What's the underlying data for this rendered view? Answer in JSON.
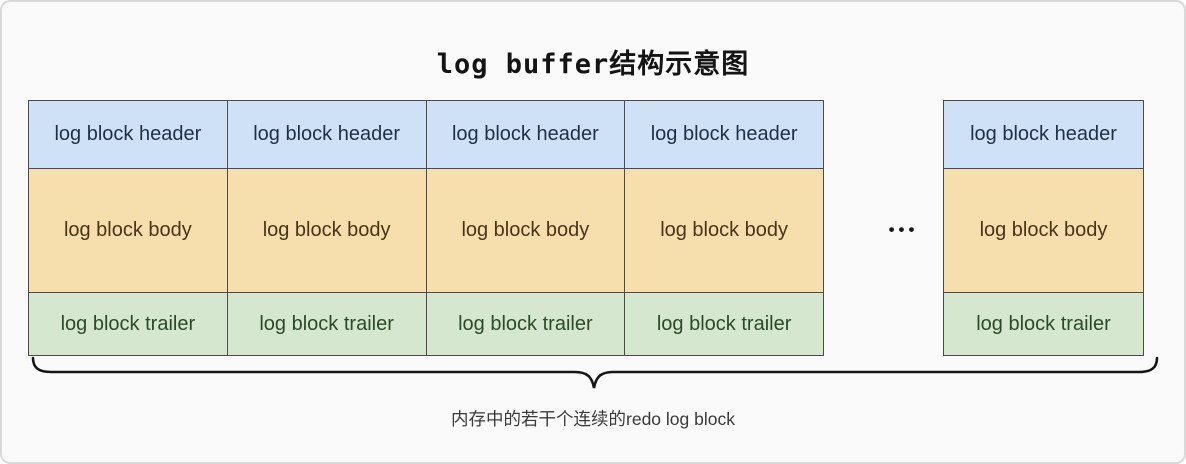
{
  "page": {
    "title": "log buffer结构示意图",
    "caption": "内存中的若干个连续的redo log block",
    "background_color": "#fafafa"
  },
  "diagram": {
    "rows": [
      {
        "id": "header",
        "label": "log block header",
        "fill": "#cfe1f6",
        "text_color": "#1c3147"
      },
      {
        "id": "body",
        "label": "log block body",
        "fill": "#f6dfad",
        "text_color": "#4a3417"
      },
      {
        "id": "trailer",
        "label": "log block trailer",
        "fill": "#d6e7cf",
        "text_color": "#2c4a29"
      }
    ],
    "visible_block_columns": 4,
    "trailing_block_columns": 1,
    "more_indicator": "•••",
    "cell_border_color": "#4b4b4b",
    "brace_color": "#161616"
  }
}
